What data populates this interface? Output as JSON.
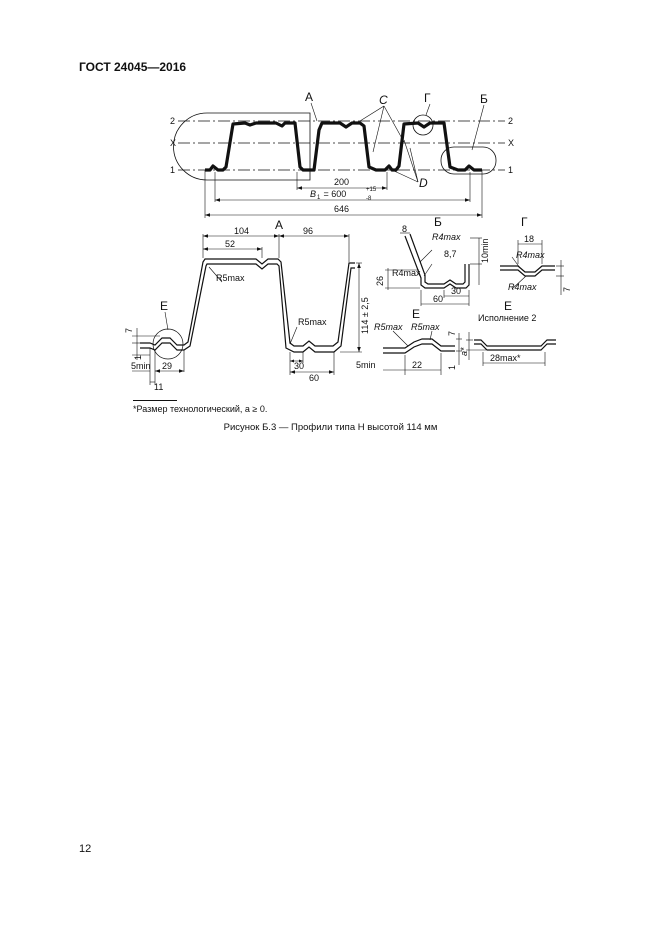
{
  "header": {
    "standard": "ГОСТ 24045—2016"
  },
  "figure": {
    "view_labels": {
      "A": "А",
      "B": "Б",
      "C": "С",
      "G": "Г",
      "D": "D",
      "E": "Е"
    },
    "line_labels": {
      "one": "1",
      "two": "2",
      "x": "X"
    },
    "top_dims": {
      "d200": "200",
      "b1_prefix": "B",
      "b1_sub": "1",
      "b1_value": " = 600",
      "b1_sup": "+15",
      "b1_inf": "-8",
      "d646": "646"
    },
    "detail_a": {
      "d104": "104",
      "d96": "96",
      "d52": "52",
      "r5max_1": "R5max",
      "r5max_2": "R5max",
      "height": "114 ± 2,5",
      "d30": "30",
      "d60": "60",
      "d7": "7",
      "d1": "1",
      "d5min": "5min",
      "d29": "29",
      "d11": "11"
    },
    "detail_b": {
      "d8": "8",
      "r4max_1": "R4max",
      "d87": "8,7",
      "d10min": "10min",
      "d26": "26",
      "r4max_2": "R4max",
      "d30": "30",
      "d60": "60"
    },
    "detail_g": {
      "d18": "18",
      "r4max_1": "R4max",
      "r4max_2": "R4max",
      "d7": "7"
    },
    "detail_e1": {
      "r5max_1": "R5max",
      "r5max_2": "R5max",
      "d7": "7",
      "d1": "1",
      "d5min": "5min",
      "d22": "22"
    },
    "detail_e2": {
      "title": "Исполнение 2",
      "a_star": "a*",
      "d28": "28max*"
    }
  },
  "footnote": {
    "star": "*",
    "text": "Размер технологический, a ≥ 0."
  },
  "caption": "Рисунок Б.3 — Профили типа Н высотой 114 мм",
  "page_number": "12"
}
